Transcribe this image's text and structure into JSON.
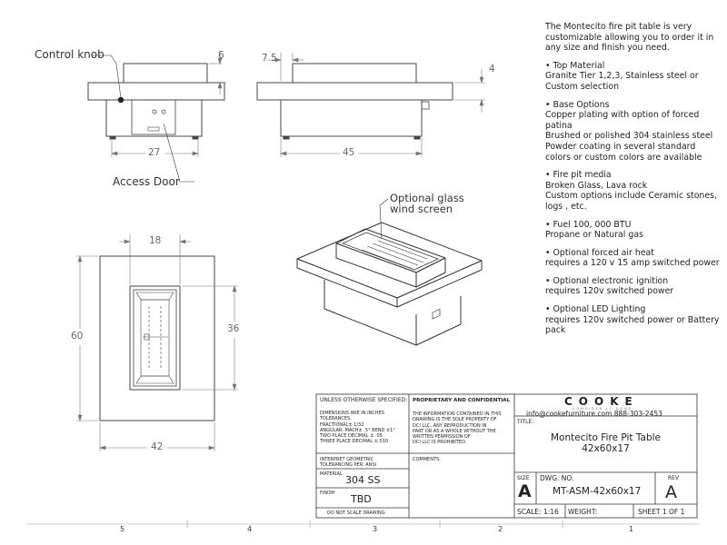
{
  "views": {
    "front": {
      "label_control": "Control knob",
      "label_access": "Access Door",
      "dim_width": "27",
      "dim_height": "6"
    },
    "side": {
      "dim_offset": "7.5",
      "dim_width": "45",
      "dim_height": "4"
    },
    "top": {
      "dim_width": "18",
      "dim_height": "36",
      "dim_overall_height": "60",
      "dim_overall_width": "42"
    },
    "iso": {
      "label_glass_line1": "Optional glass",
      "label_glass_line2": "wind screen"
    }
  },
  "notes": {
    "intro": "The Montecito fire pit table is very customizable allowing you to order it in any size and finish you need.",
    "top_material": {
      "title": "• Top Material",
      "body": "Granite Tier 1,2,3, Stainless steel or Custom selection"
    },
    "base_options": {
      "title": "• Base Options",
      "l1": "Copper plating with option of forced patina",
      "l2": "Brushed or polished  304 stainless steel",
      "l3": "Powder coating in several standard colors or custom colors are available"
    },
    "fire_pit_media": {
      "title": "• Fire pit media",
      "l1": "Broken Glass, Lava rock",
      "l2": "Custom options include Ceramic stones, logs , etc."
    },
    "fuel": {
      "title": "• Fuel  100, 000 BTU",
      "body": "Propane or Natural gas"
    },
    "forced_air": {
      "title": "• Optional forced air heat",
      "body": "requires a 120 v 15 amp switched power"
    },
    "ignition": {
      "title": "• Optional electronic ignition",
      "body": "requires 120v switched power"
    },
    "led": {
      "title": "• Optional LED Lighting",
      "body": "requires 120v switched power or Battery pack"
    }
  },
  "title_block": {
    "unless": "UNLESS OTHERWISE SPECIFIED:",
    "dims_l1": "DIMENSIONS ARE IN INCHES",
    "dims_l2": "TOLERANCES:",
    "dims_l3": "FRACTIONAL± 1/32",
    "dims_l4": "ANGULAR: MACH± .5°  BEND ±1°",
    "dims_l5": "TWO PLACE DECIMAL   ± .05",
    "dims_l6": "THREE PLACE DECIMAL  ±.010",
    "interpret_l1": "INTERPRET GEOMETRIC",
    "interpret_l2": "TOLERANCING PER: ANSI",
    "material_label": "MATERIAL",
    "material_value": "304 SS",
    "finish_label": "FINISH",
    "finish_value": "TBD",
    "no_scale": "DO NOT SCALE DRAWING",
    "proprietary_title": "PROPRIETARY AND CONFIDENTIAL",
    "prop_l1": "THE INFORMATION CONTAINED IN THIS",
    "prop_l2": "DRAWING IS THE SOLE PROPERTY OF",
    "prop_l3": "DCI LLC. ANY REPRODUCTION IN",
    "prop_l4": "PART OR AS A WHOLE WITHOUT THE",
    "prop_l5": "WRITTEN PERMISSION OF",
    "prop_l6": "DCI LLC IS PROHIBITED.",
    "comments": "COMMENTS:",
    "company": "COOKE",
    "company_sub": "CONSIDER IT DONE",
    "contact": "info@cookefurniture.com 888-303-2453",
    "title_label": "TITLE:",
    "title_l1": "Montecito Fire Pit Table",
    "title_l2": "42x60x17",
    "size_label": "SIZE",
    "size_value": "A",
    "dwg_label": "DWG.  NO.",
    "dwg_value": "MT-ASM-42x60x17",
    "rev_label": "REV",
    "rev_value": "A",
    "scale": "SCALE: 1:16",
    "weight": "WEIGHT:",
    "sheet": "SHEET 1 OF 1"
  },
  "zones": [
    "5",
    "4",
    "3",
    "2",
    "1"
  ]
}
